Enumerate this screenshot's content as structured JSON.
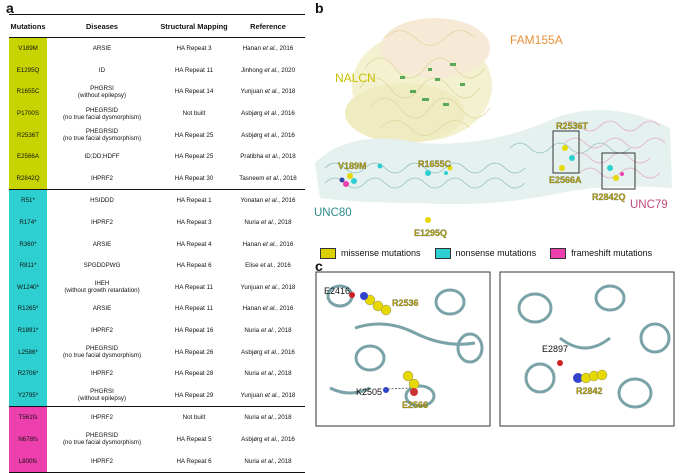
{
  "panels": {
    "a": "a",
    "b": "b",
    "c": "c"
  },
  "table": {
    "headers": [
      "Mutations",
      "Diseases",
      "Structural Mapping",
      "Reference"
    ],
    "groups": [
      {
        "color": "#c8d400",
        "rows": [
          {
            "mutation": "V189M",
            "disease": "ARSIE",
            "disease_sub": "",
            "mapping": "HA Repeat 3",
            "reference": "Hanan et al., 2016"
          },
          {
            "mutation": "E1295Q",
            "disease": "ID",
            "disease_sub": "",
            "mapping": "HA Repeat 11",
            "reference": "Jinhong et al., 2020"
          },
          {
            "mutation": "R1655C",
            "disease": "PHGRSI",
            "disease_sub": "(without epilepsy)",
            "mapping": "HA Repeat 14",
            "reference": "Yunjuan et al., 2018"
          },
          {
            "mutation": "P1700S",
            "disease": "PHEGRSID",
            "disease_sub": "(no true facial dysmorphism)",
            "mapping": "Not built",
            "reference": "Asbjørg et al., 2016"
          },
          {
            "mutation": "R2536T",
            "disease": "PHEGRSID",
            "disease_sub": "(no true facial dysmorphism)",
            "mapping": "HA Repeat 25",
            "reference": "Asbjørg et al., 2016"
          },
          {
            "mutation": "E2566A",
            "disease": "ID;DD;HDFF",
            "disease_sub": "",
            "mapping": "HA Repeat 25",
            "reference": "Pratibha et al., 2018"
          },
          {
            "mutation": "R2842Q",
            "disease": "IHPRF2",
            "disease_sub": "",
            "mapping": "HA Repeat 30",
            "reference": "Tasneem et al., 2018"
          }
        ]
      },
      {
        "color": "#2ecfd0",
        "rows": [
          {
            "mutation": "R51*",
            "disease": "HSIDDD",
            "disease_sub": "",
            "mapping": "HA Repeat 1",
            "reference": "Yonatan et al., 2016"
          },
          {
            "mutation": "R174*",
            "disease": "IHPRF2",
            "disease_sub": "",
            "mapping": "HA Repeat 3",
            "reference": "Nuria et al., 2018"
          },
          {
            "mutation": "R360*",
            "disease": "ARSIE",
            "disease_sub": "",
            "mapping": "HA Repeat 4",
            "reference": "Hanan et al., 2016"
          },
          {
            "mutation": "R811*",
            "disease": "SPGDDPWG",
            "disease_sub": "",
            "mapping": "HA Repeat 6",
            "reference": "Elise et al., 2016"
          },
          {
            "mutation": "W1240*",
            "disease": "IHEH",
            "disease_sub": "(without growth retardation)",
            "mapping": "HA Repeat 11",
            "reference": "Yunjuan et al., 2018"
          },
          {
            "mutation": "R1265*",
            "disease": "ARSIE",
            "disease_sub": "",
            "mapping": "HA Repeat 11",
            "reference": "Hanan et al., 2016"
          },
          {
            "mutation": "R1891*",
            "disease": "IHPRF2",
            "disease_sub": "",
            "mapping": "HA Repeat 16",
            "reference": "Nuria et al., 2018"
          },
          {
            "mutation": "L2586*",
            "disease": "PHEGRSID",
            "disease_sub": "(no true facial dysmorphism)",
            "mapping": "HA Repeat 26",
            "reference": "Asbjørg et al., 2016"
          },
          {
            "mutation": "R2706*",
            "disease": "IHPRF2",
            "disease_sub": "",
            "mapping": "HA Repeat 28",
            "reference": "Nuria et al., 2018"
          },
          {
            "mutation": "Y2795*",
            "disease": "PHGRSI",
            "disease_sub": "(without epilepsy)",
            "mapping": "HA Repeat 29",
            "reference": "Yunjuan et al., 2018"
          }
        ]
      },
      {
        "color": "#ee3fae",
        "rows": [
          {
            "mutation": "T561fs",
            "disease": "IHPRF2",
            "disease_sub": "",
            "mapping": "Not built",
            "reference": "Nuria et al., 2018"
          },
          {
            "mutation": "N678fs",
            "disease": "PHEGRSID",
            "disease_sub": "(no true facial dysmorphism)",
            "mapping": "HA Repeat 5",
            "reference": "Asbjørg et al., 2016"
          },
          {
            "mutation": "L800fs",
            "disease": "IHPRF2",
            "disease_sub": "",
            "mapping": "HA Repeat 6",
            "reference": "Nuria et al., 2018"
          }
        ]
      }
    ]
  },
  "structure_b": {
    "labels": {
      "fam155a": "FAM155A",
      "nalcn": "NALCN",
      "unc80": "UNC80",
      "unc79": "UNC79",
      "v189m": "V189M",
      "r1655c": "R1655C",
      "e1295q": "E1295Q",
      "r2536t": "R2536T",
      "e2566a": "E2566A",
      "r2842q": "R2842Q"
    },
    "colors": {
      "fam155a": "#e8913a",
      "nalcn": "#c8c000",
      "unc80": "#2e8b8b",
      "unc79": "#c04a7a",
      "mutation_label": "#b8a800"
    }
  },
  "legend": [
    {
      "label": "missense mutations",
      "color": "#ddd000"
    },
    {
      "label": "nonsense mutations",
      "color": "#2ecfd0"
    },
    {
      "label": "frameshift mutations",
      "color": "#ee3fae"
    }
  ],
  "structure_c": {
    "left": {
      "labels": {
        "e2416": "E2416",
        "r2536": "R2536",
        "k2505": "K2505",
        "e2566": "E2566"
      }
    },
    "right": {
      "labels": {
        "e2897": "E2897",
        "r2842": "R2842"
      }
    }
  }
}
